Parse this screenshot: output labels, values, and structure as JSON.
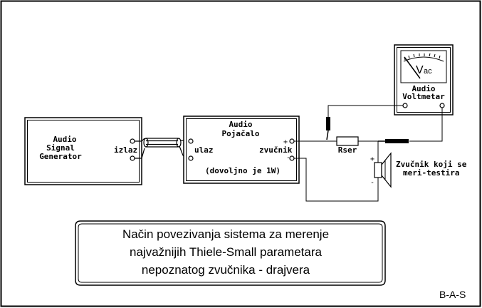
{
  "generator": {
    "line1": "Audio",
    "line2": "Signal",
    "line3": "Generator",
    "output_label": "izlaz"
  },
  "amplifier": {
    "line1": "Audio",
    "line2": "Pojačalo",
    "input_label": "ulaz",
    "output_label": "zvučnik",
    "plus": "+",
    "minus": "-",
    "note": "(dovoljno je 1W)"
  },
  "voltmeter": {
    "v": "V",
    "ac": "ac",
    "line1": "Audio",
    "line2": "Voltmetar"
  },
  "resistor": {
    "label": "Rser"
  },
  "speaker": {
    "plus": "+",
    "minus": "-",
    "line1": "Zvučnik koji se",
    "line2": "meri-testira"
  },
  "caption": {
    "line1": "Način povezivanja sistema za merenje",
    "line2": "najvažnijih Thiele-Small parametara",
    "line3": "nepoznatog zvučnika - drajvera"
  },
  "signature": "B-A-S"
}
